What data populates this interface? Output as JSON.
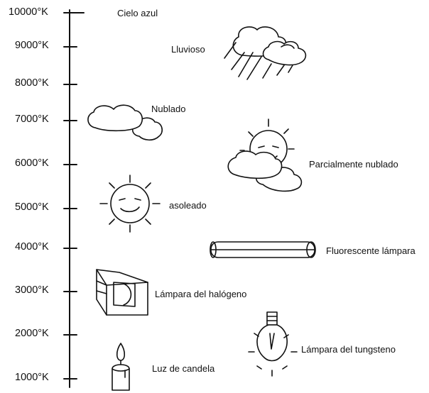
{
  "scale": {
    "ticks": [
      {
        "label": "10000°K",
        "kelvin": 10000
      },
      {
        "label": "9000°K",
        "kelvin": 9000
      },
      {
        "label": "8000°K",
        "kelvin": 8000
      },
      {
        "label": "7000°K",
        "kelvin": 7000
      },
      {
        "label": "6000°K",
        "kelvin": 6000
      },
      {
        "label": "5000°K",
        "kelvin": 5000
      },
      {
        "label": "4000°K",
        "kelvin": 4000
      },
      {
        "label": "3000°K",
        "kelvin": 3000
      },
      {
        "label": "2000°K",
        "kelvin": 2000
      },
      {
        "label": "1000°K",
        "kelvin": 1000
      }
    ]
  },
  "sources": {
    "blue_sky": "Cielo azul",
    "rainy": "Lluvioso",
    "cloudy": "Nublado",
    "partly_cloudy": "Parcialmente nublado",
    "sunny": "asoleado",
    "fluorescent": "Fluorescente lámpara",
    "halogen": "Lámpara del halógeno",
    "tungsten": "Lámpara del tungsteno",
    "candle": "Luz de candela"
  },
  "colors": {
    "ink": "#111111",
    "background": "#ffffff"
  }
}
